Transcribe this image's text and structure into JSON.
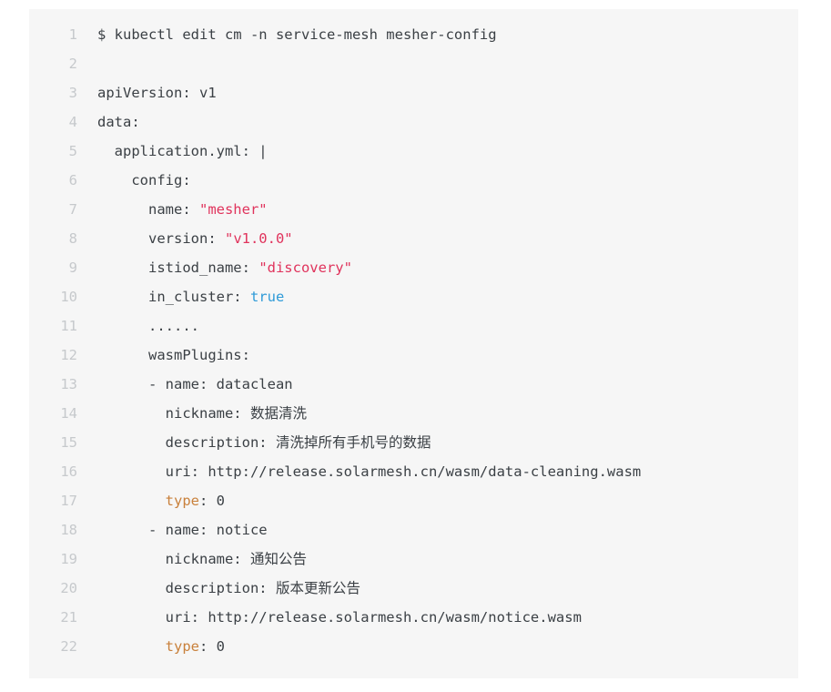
{
  "code_block": {
    "language": "yaml",
    "background_color": "#f6f6f6",
    "gutter_color": "#c6c9cc",
    "default_text_color": "#3b4045",
    "string_color": "#e0335c",
    "boolean_color": "#2f9bd8",
    "highlight_key_color": "#c9813c",
    "total_lines": 22,
    "lines": [
      {
        "number": "1",
        "tokens": [
          {
            "text": "$ kubectl edit cm -n service-mesh mesher-config",
            "type": "plain"
          }
        ]
      },
      {
        "number": "2",
        "tokens": [
          {
            "text": "",
            "type": "plain"
          }
        ]
      },
      {
        "number": "3",
        "tokens": [
          {
            "text": "apiVersion: v1",
            "type": "plain"
          }
        ]
      },
      {
        "number": "4",
        "tokens": [
          {
            "text": "data:",
            "type": "plain"
          }
        ]
      },
      {
        "number": "5",
        "tokens": [
          {
            "text": "  application.yml: |",
            "type": "plain"
          }
        ]
      },
      {
        "number": "6",
        "tokens": [
          {
            "text": "    config:",
            "type": "plain"
          }
        ]
      },
      {
        "number": "7",
        "tokens": [
          {
            "text": "      name: ",
            "type": "plain"
          },
          {
            "text": "\"mesher\"",
            "type": "string"
          }
        ]
      },
      {
        "number": "8",
        "tokens": [
          {
            "text": "      version: ",
            "type": "plain"
          },
          {
            "text": "\"v1.0.0\"",
            "type": "string"
          }
        ]
      },
      {
        "number": "9",
        "tokens": [
          {
            "text": "      istiod_name: ",
            "type": "plain"
          },
          {
            "text": "\"discovery\"",
            "type": "string"
          }
        ]
      },
      {
        "number": "10",
        "tokens": [
          {
            "text": "      in_cluster: ",
            "type": "plain"
          },
          {
            "text": "true",
            "type": "boolean"
          }
        ]
      },
      {
        "number": "11",
        "tokens": [
          {
            "text": "      ......",
            "type": "dots"
          }
        ]
      },
      {
        "number": "12",
        "tokens": [
          {
            "text": "      wasmPlugins:",
            "type": "plain"
          }
        ]
      },
      {
        "number": "13",
        "tokens": [
          {
            "text": "      - name: dataclean",
            "type": "plain"
          }
        ]
      },
      {
        "number": "14",
        "tokens": [
          {
            "text": "        nickname: 数据清洗",
            "type": "plain"
          }
        ]
      },
      {
        "number": "15",
        "tokens": [
          {
            "text": "        description: 清洗掉所有手机号的数据",
            "type": "plain"
          }
        ]
      },
      {
        "number": "16",
        "tokens": [
          {
            "text": "        uri: http://release.solarmesh.cn/wasm/data-cleaning.wasm",
            "type": "plain"
          }
        ]
      },
      {
        "number": "17",
        "tokens": [
          {
            "text": "        ",
            "type": "plain"
          },
          {
            "text": "type",
            "type": "highlight-key"
          },
          {
            "text": ": 0",
            "type": "plain"
          }
        ]
      },
      {
        "number": "18",
        "tokens": [
          {
            "text": "      - name: notice",
            "type": "plain"
          }
        ]
      },
      {
        "number": "19",
        "tokens": [
          {
            "text": "        nickname: 通知公告",
            "type": "plain"
          }
        ]
      },
      {
        "number": "20",
        "tokens": [
          {
            "text": "        description: 版本更新公告",
            "type": "plain"
          }
        ]
      },
      {
        "number": "21",
        "tokens": [
          {
            "text": "        uri: http://release.solarmesh.cn/wasm/notice.wasm",
            "type": "plain"
          }
        ]
      },
      {
        "number": "22",
        "tokens": [
          {
            "text": "        ",
            "type": "plain"
          },
          {
            "text": "type",
            "type": "highlight-key"
          },
          {
            "text": ": 0",
            "type": "plain"
          }
        ]
      }
    ]
  }
}
